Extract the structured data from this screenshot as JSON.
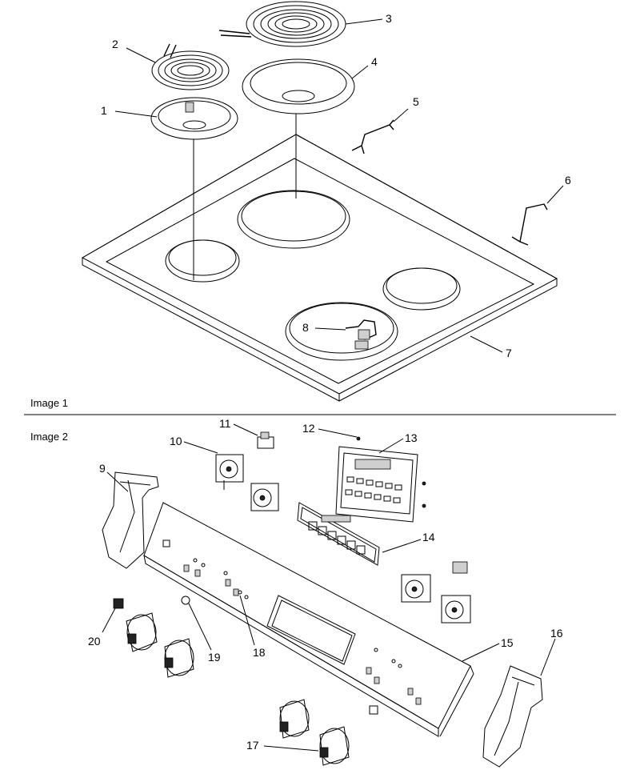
{
  "sections": [
    {
      "id": "image1",
      "title": "Image 1"
    },
    {
      "id": "image2",
      "title": "Image 2"
    }
  ],
  "callouts": {
    "image1": [
      "1",
      "2",
      "3",
      "4",
      "5",
      "6",
      "7",
      "8"
    ],
    "image2": [
      "9",
      "10",
      "11",
      "12",
      "13",
      "14",
      "15",
      "16",
      "17",
      "18",
      "19",
      "20"
    ]
  },
  "colors": {
    "line": "#000000",
    "background": "#ffffff"
  }
}
